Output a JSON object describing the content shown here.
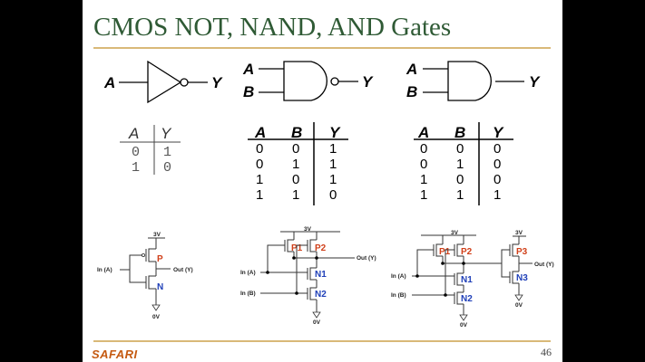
{
  "slide": {
    "title": "CMOS NOT, NAND, AND Gates",
    "footer_logo": "SAFARI",
    "page_number": "46",
    "colors": {
      "title": "#2f5a35",
      "rule": "#d9b978",
      "logo": "#c55a11",
      "pmos_label": "#d0401a",
      "nmos_label": "#1f3fb8"
    }
  },
  "gates": {
    "not": {
      "input": "A",
      "output": "Y"
    },
    "nand": {
      "input_a": "A",
      "input_b": "B",
      "output": "Y"
    },
    "and": {
      "input_a": "A",
      "input_b": "B",
      "output": "Y"
    }
  },
  "truth_tables": {
    "not": {
      "headers": [
        "A",
        "Y"
      ],
      "rows": [
        [
          "0",
          "1"
        ],
        [
          "1",
          "0"
        ]
      ]
    },
    "nand": {
      "headers": [
        "A",
        "B",
        "Y"
      ],
      "rows": [
        [
          "0",
          "0",
          "1"
        ],
        [
          "0",
          "1",
          "1"
        ],
        [
          "1",
          "0",
          "1"
        ],
        [
          "1",
          "1",
          "0"
        ]
      ]
    },
    "and": {
      "headers": [
        "A",
        "B",
        "Y"
      ],
      "rows": [
        [
          "0",
          "0",
          "0"
        ],
        [
          "0",
          "1",
          "0"
        ],
        [
          "1",
          "0",
          "0"
        ],
        [
          "1",
          "1",
          "1"
        ]
      ]
    }
  },
  "circuits": {
    "not": {
      "vdd": "3V",
      "gnd": "0V",
      "in": "In (A)",
      "out": "Out (Y)",
      "p": "P",
      "n": "N"
    },
    "nand": {
      "vdd": "3V",
      "gnd": "0V",
      "in_a": "In (A)",
      "in_b": "In (B)",
      "out": "Out (Y)",
      "p1": "P1",
      "p2": "P2",
      "n1": "N1",
      "n2": "N2"
    },
    "and": {
      "vdd": "3V",
      "vdd2": "3V",
      "gnd": "0V",
      "gnd2": "0V",
      "in_a": "In (A)",
      "in_b": "In (B)",
      "out": "Out (Y)",
      "p1": "P1",
      "p2": "P2",
      "p3": "P3",
      "n1": "N1",
      "n2": "N2",
      "n3": "N3"
    }
  }
}
